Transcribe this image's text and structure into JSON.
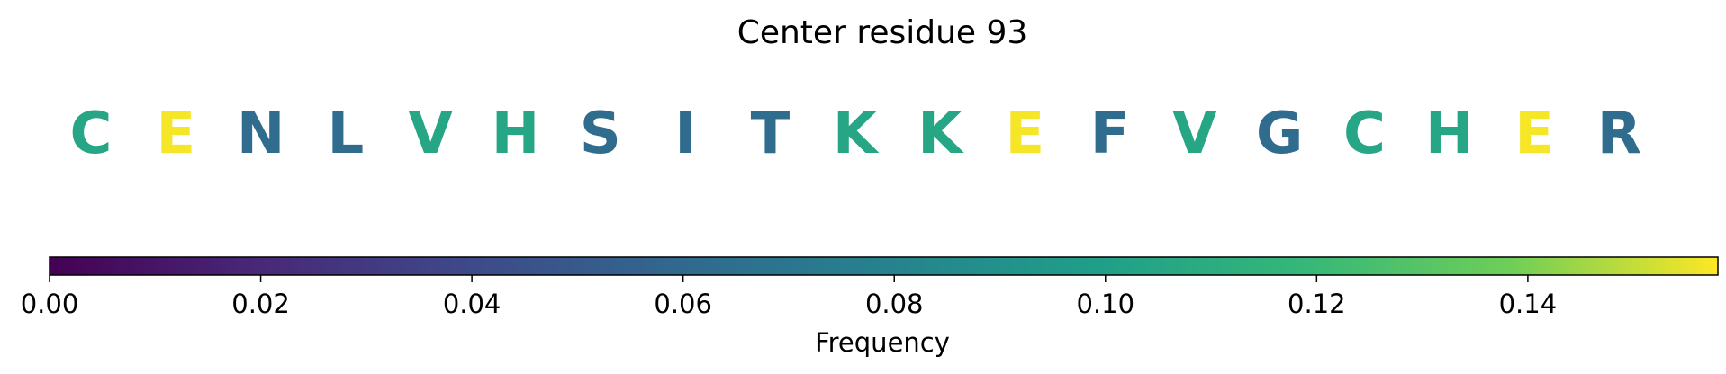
{
  "chart_data": {
    "type": "heatmap",
    "title": "Center residue 93",
    "letters": [
      "C",
      "E",
      "N",
      "L",
      "V",
      "H",
      "S",
      "I",
      "T",
      "K",
      "K",
      "E",
      "F",
      "V",
      "G",
      "C",
      "H",
      "E",
      "R"
    ],
    "values": [
      0.105,
      0.157,
      0.062,
      0.062,
      0.105,
      0.105,
      0.062,
      0.062,
      0.062,
      0.105,
      0.105,
      0.157,
      0.062,
      0.105,
      0.062,
      0.105,
      0.105,
      0.157,
      0.062
    ],
    "colorbar": {
      "label": "Frequency",
      "range": [
        0,
        0.158
      ],
      "ticks": [
        0.0,
        0.02,
        0.04,
        0.06,
        0.08,
        0.1,
        0.12,
        0.14
      ],
      "tick_labels": [
        "0.00",
        "0.02",
        "0.04",
        "0.06",
        "0.08",
        "0.10",
        "0.12",
        "0.14"
      ],
      "colormap": "viridis"
    }
  }
}
